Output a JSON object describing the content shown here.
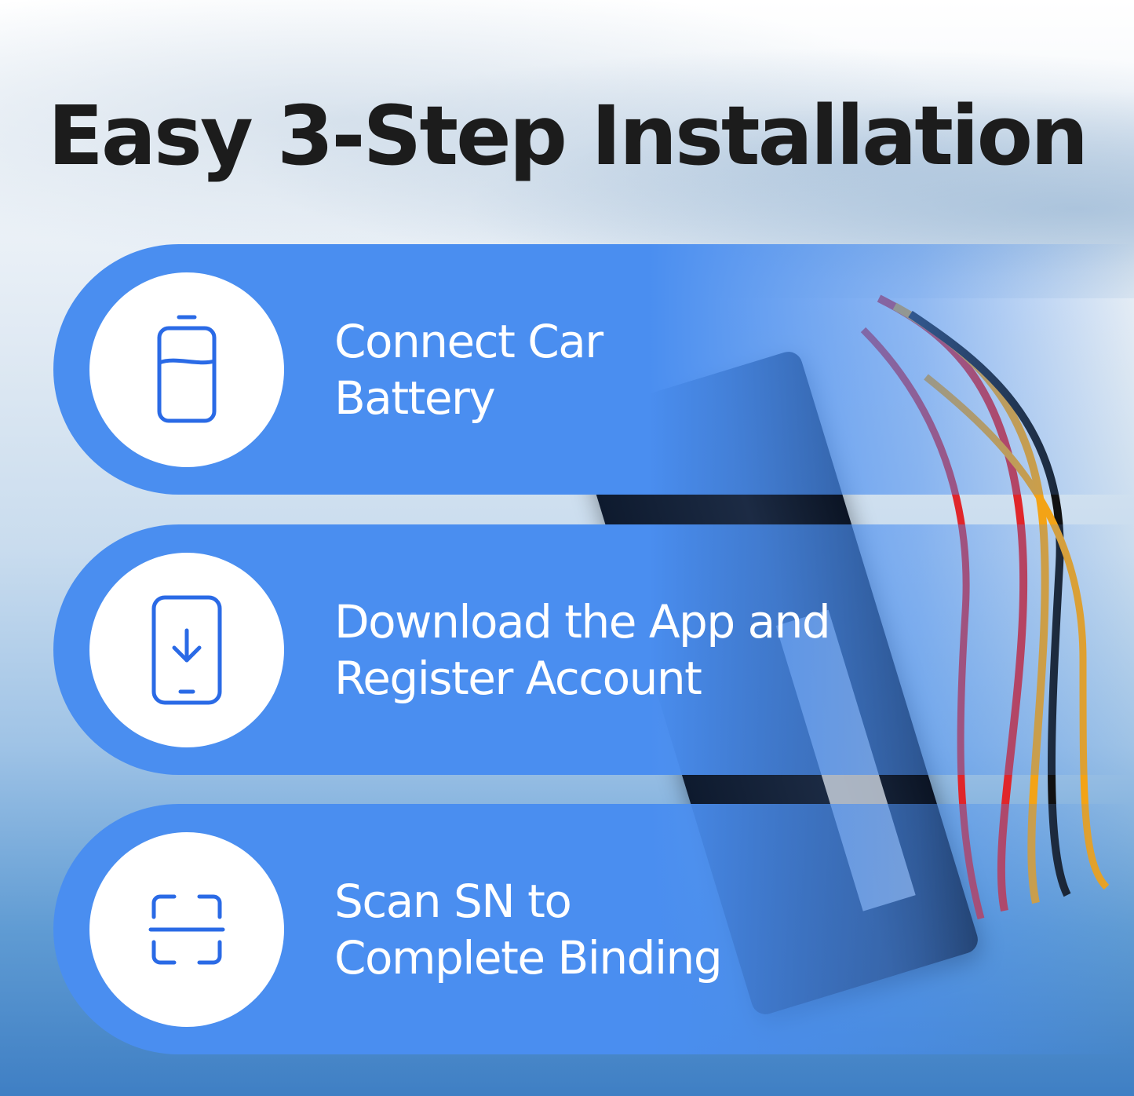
{
  "title": "Easy 3-Step Installation",
  "accent_color": "#4a8ef0",
  "icon_color": "#2a6ae6",
  "steps": [
    {
      "icon": "battery-icon",
      "line1": "Connect Car",
      "line2": "Battery"
    },
    {
      "icon": "phone-download-icon",
      "line1": "Download the App and",
      "line2": "Register Account"
    },
    {
      "icon": "scan-icon",
      "line1": "Scan SN to",
      "line2": "Complete Binding"
    }
  ]
}
